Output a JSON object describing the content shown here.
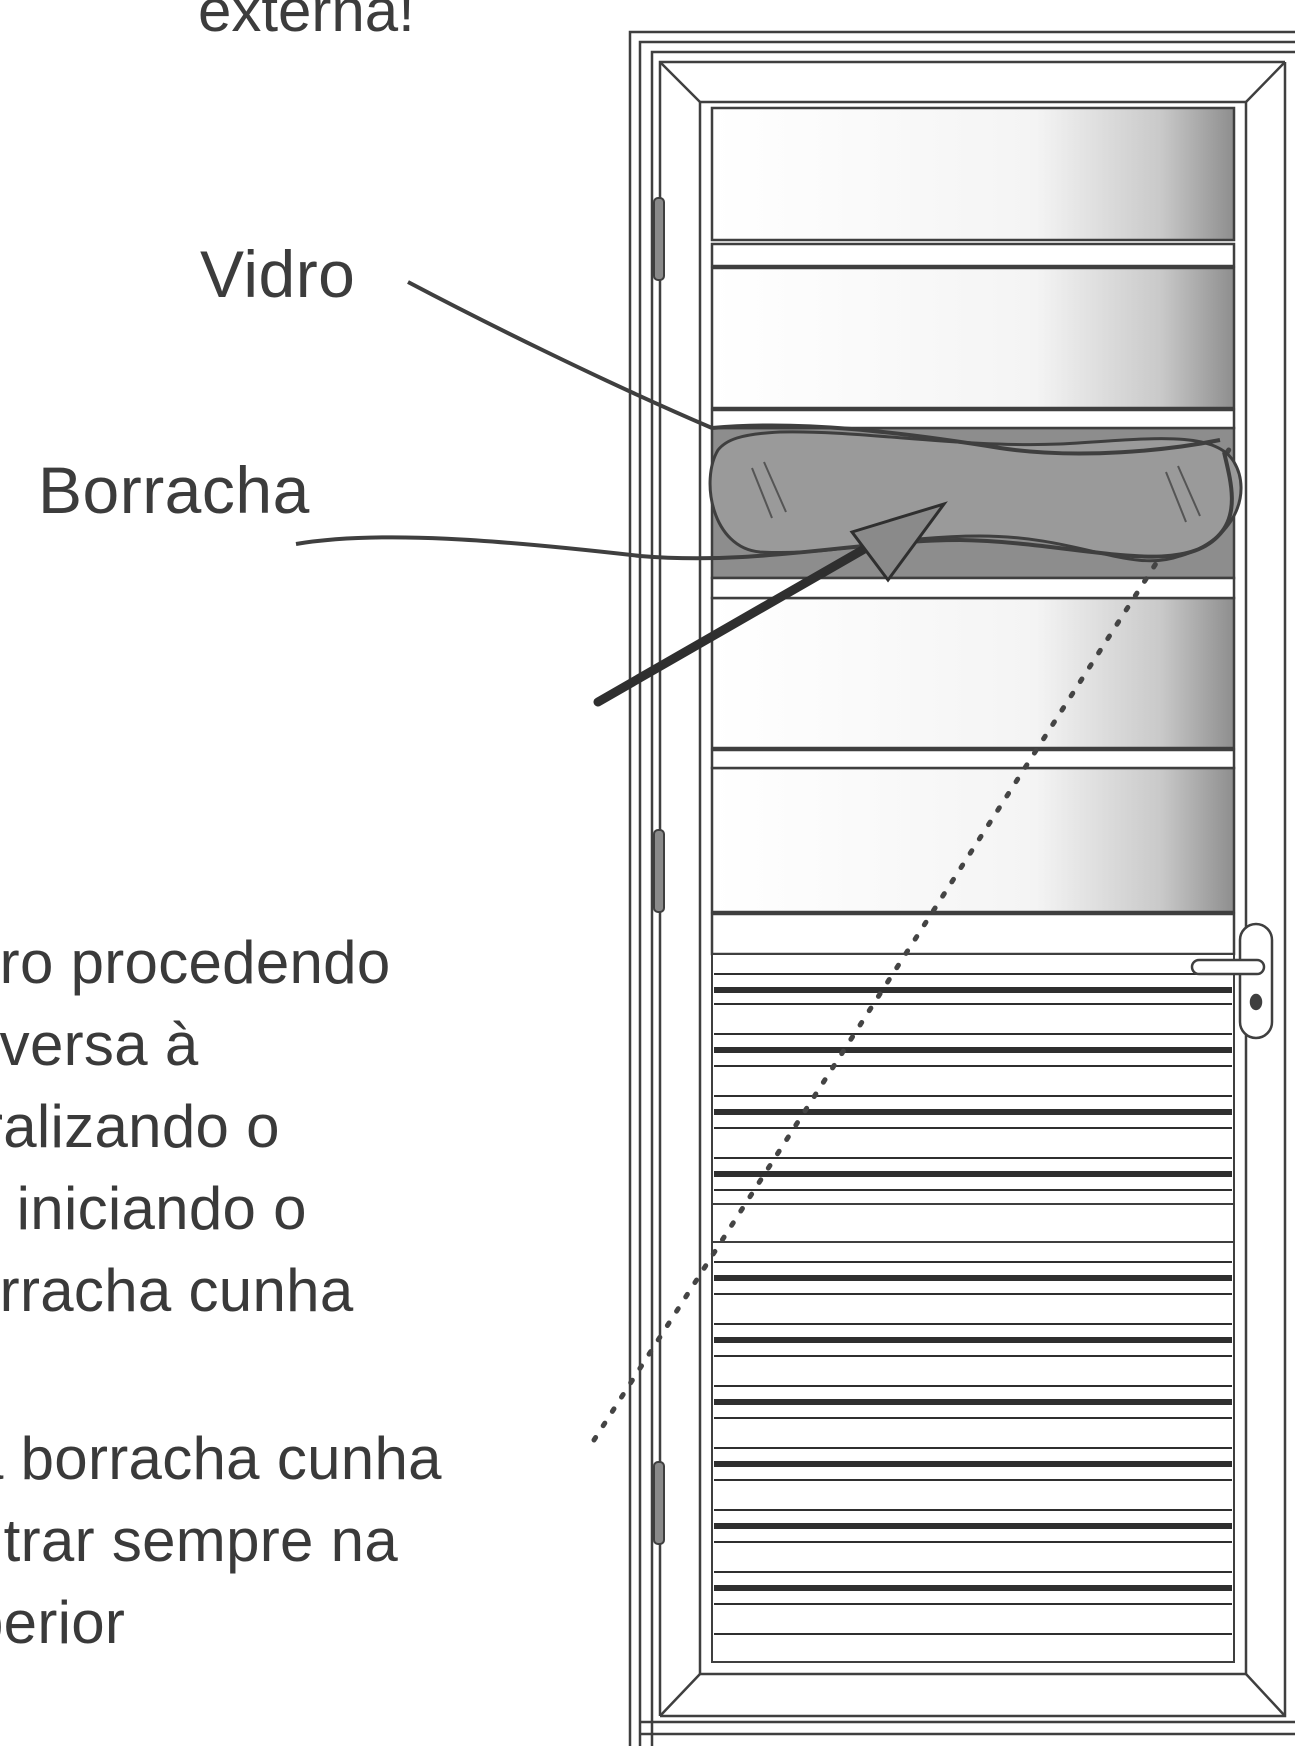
{
  "heading_fragment": "externa!",
  "labels": {
    "vidro": "Vidro",
    "borracha": "Borracha"
  },
  "instructions": {
    "step_a": [
      "dro procedendo",
      "nversa à",
      "tralizando o",
      "e iniciando o",
      "orracha cunha"
    ],
    "step_b": [
      "a borracha cunha",
      "ntrar sempre na",
      "perior"
    ]
  },
  "colors": {
    "line": "#3f3f3f",
    "glass": "#9a9a9a",
    "glass_band": "#8d8d8d",
    "text": "#3c3c3c"
  }
}
